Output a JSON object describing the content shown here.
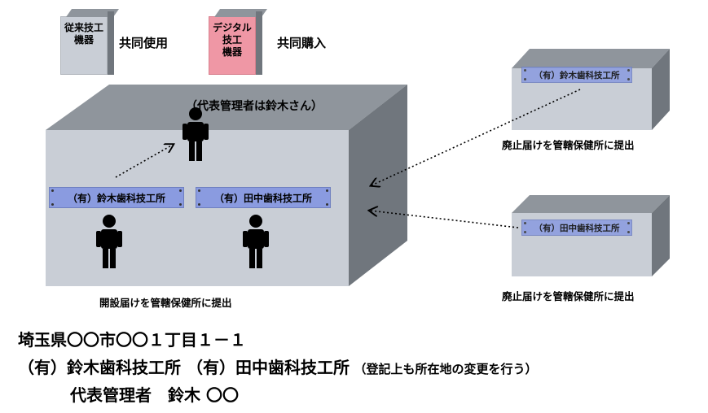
{
  "top_equipment": {
    "conventional_box": "従来技工\n機器",
    "conventional_label": "共同使用",
    "digital_box": "デジタル技工\n機器",
    "digital_label": "共同購入"
  },
  "main_building": {
    "representative_note": "（代表管理者は鈴木さん）",
    "plate_suzuki": "（有）鈴木歯科技工所",
    "plate_tanaka": "（有）田中歯科技工所",
    "caption": "開設届けを管轄保健所に提出"
  },
  "right_top": {
    "plate": "（有）鈴木歯科技工所",
    "caption": "廃止届けを管轄保健所に提出"
  },
  "right_bottom": {
    "plate": "（有）田中歯科技工所",
    "caption": "廃止届けを管轄保健所に提出"
  },
  "footer": {
    "address": "埼玉県〇〇市〇〇１丁目１－１",
    "line2_main": "（有）鈴木歯科技工所 （有）田中歯科技工所",
    "line2_note": "（登記上も所在地の変更を行う）",
    "line3": "代表管理者　鈴木 〇〇"
  },
  "colors": {
    "box_front": "#c9ced6",
    "box_top": "#8f959c",
    "box_side": "#70767d",
    "plate": "#8a9be0",
    "digital_box": "#ef97a5"
  }
}
